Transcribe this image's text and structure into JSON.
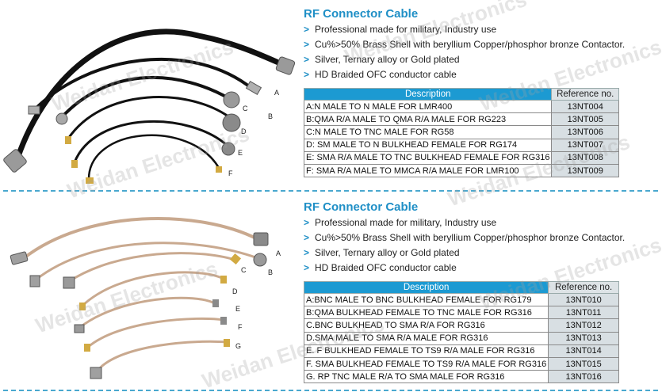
{
  "watermark": "Weidan Electronics",
  "sections": [
    {
      "title": "RF Connector Cable",
      "bullet_marker": ">",
      "bullets": [
        "Professional made for military, Industry use",
        "Cu%>50% Brass Shell with beryllium Copper/phosphor bronze Contactor.",
        "Silver, Ternary alloy or Gold plated",
        "HD Braided OFC conductor cable"
      ],
      "table": {
        "headers": [
          "Description",
          "Reference no."
        ],
        "rows": [
          [
            "A:N MALE TO N MALE FOR LMR400",
            "13NT004"
          ],
          [
            "B:QMA R/A MALE TO QMA R/A MALE FOR RG223",
            "13NT005"
          ],
          [
            "C:N MALE TO TNC MALE FOR RG58",
            "13NT006"
          ],
          [
            "D: SM MALE TO N BULKHEAD FEMALE FOR RG174",
            "13NT007"
          ],
          [
            "E: SMA R/A MALE TO TNC BULKHEAD FEMALE FOR RG316",
            "13NT008"
          ],
          [
            "F: SMA R/A MALE TO MMCA R/A MALE FOR LMR100",
            "13NT009"
          ]
        ]
      },
      "image_labels": [
        "A",
        "B",
        "C",
        "D",
        "E",
        "F"
      ]
    },
    {
      "title": "RF Connector Cable",
      "bullet_marker": ">",
      "bullets": [
        "Professional made for military, Industry use",
        "Cu%>50% Brass Shell with beryllium Copper/phosphor bronze Contactor.",
        "Silver, Ternary alloy or Gold plated",
        "HD Braided OFC conductor cable"
      ],
      "table": {
        "headers": [
          "Description",
          "Reference no."
        ],
        "rows": [
          [
            "A:BNC MALE TO BNC BULKHEAD FEMALE FOR RG179",
            "13NT010"
          ],
          [
            "B:QMA BULKHEAD FEMALE TO TNC MALE FOR RG316",
            "13NT011"
          ],
          [
            "C.BNC BULKHEAD TO SMA R/A FOR RG316",
            "13NT012"
          ],
          [
            "D.SMA MALE TO SMA R/A MALE FOR RG316",
            "13NT013"
          ],
          [
            "E. F BULKHEAD FEMALE TO TS9 R/A MALE FOR RG316",
            "13NT014"
          ],
          [
            "F. SMA BULKHEAD FEMALE TO TS9 R/A MALE FOR RG316",
            "13NT015"
          ],
          [
            "G. RP TNC MALE R/A TO SMA MALE FOR RG316",
            "13NT016"
          ]
        ]
      },
      "image_labels": [
        "A",
        "B",
        "C",
        "D",
        "E",
        "F",
        "G"
      ]
    }
  ],
  "colors": {
    "title": "#1f8fc6",
    "table_header": "#1c9ad2",
    "ref_cell": "#d8dfe3",
    "divider": "#4aa8cf"
  }
}
